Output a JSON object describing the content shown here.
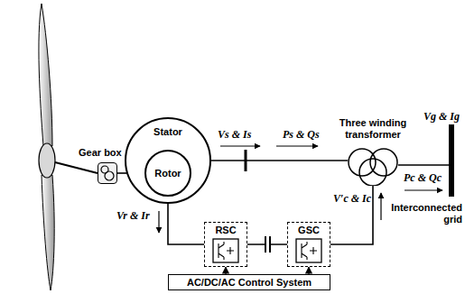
{
  "diagram": {
    "nodes": [
      {
        "text": [
          "Gear box"
        ]
      },
      {
        "text": [
          "Stator"
        ]
      },
      {
        "text": [
          "Rotor"
        ],
        "in": 1
      },
      {
        "text": [
          "Three winding transformer"
        ]
      },
      {
        "text": [
          "Interconnected grid"
        ]
      },
      {
        "text": [
          "RSC"
        ]
      },
      {
        "text": [
          "GSC"
        ]
      },
      {
        "text": [
          "AC/DC/AC Control System"
        ]
      }
    ],
    "edges": [
      {
        "from": 0,
        "to": 2,
        "arrow": "none"
      },
      {
        "from": 1,
        "to": 3,
        "arrow": "none"
      },
      {
        "from": 2,
        "to": 5,
        "arrow": "none"
      },
      {
        "from": 5,
        "to": 6,
        "arrow": "none"
      },
      {
        "from": 6,
        "to": 3,
        "arrow": "none"
      },
      {
        "from": 3,
        "to": 4,
        "arrow": "none"
      },
      {
        "from": 7,
        "to": 5,
        "arrow": "to"
      },
      {
        "from": 7,
        "to": 6,
        "arrow": "to"
      }
    ],
    "labels": [
      "Vs & Is",
      "Ps & Qs",
      "Vr & Ir",
      "V′c & Ic",
      "Pc & Qc",
      "Vg & Ig"
    ]
  }
}
